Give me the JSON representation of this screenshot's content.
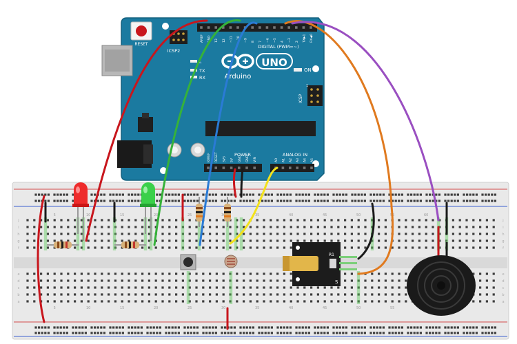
{
  "board": {
    "brand": "UNO",
    "logo_text": "Arduino",
    "reset_label": "RESET",
    "icsp2_label": "ICSP2",
    "icsp_label": "ICSP",
    "tx_label": "TX",
    "rx_label": "RX",
    "l_label": "L",
    "on_label": "ON",
    "digital_label": "DIGITAL (PWM=~)",
    "power_label": "POWER",
    "analog_label": "ANALOG IN",
    "digital_pins": [
      "AREF",
      "GND",
      "13",
      "12",
      "~11",
      "~10",
      "~9",
      "8",
      "7",
      "~6",
      "~5",
      "4",
      "~3",
      "2",
      "TX▶1",
      "RX◀0"
    ],
    "power_pins": [
      "IOREF",
      "RESET",
      "3V3",
      "5V",
      "GND",
      "GND",
      "VIN"
    ],
    "analog_pins": [
      "A0",
      "A1",
      "A2",
      "A3",
      "A4",
      "A5"
    ]
  },
  "breadboard": {
    "column_numbers": [
      "5",
      "10",
      "15",
      "20",
      "25",
      "30",
      "35",
      "40",
      "45",
      "50",
      "55",
      "60"
    ],
    "top_rows": [
      "j",
      "i",
      "h",
      "g",
      "f"
    ],
    "bottom_rows": [
      "e",
      "d",
      "c",
      "b",
      "a"
    ]
  },
  "components": {
    "resistor_label": "R1",
    "sensor_pin_label": "S"
  },
  "colors": {
    "board": "#1b7aa0",
    "red_wire": "#c8161d",
    "green_wire": "#36b23a",
    "blue_wire": "#2a7bd5",
    "orange_wire": "#e07a1f",
    "purple_wire": "#9a4fc1",
    "yellow_wire": "#f3e21b",
    "black_wire": "#1a1a1a"
  }
}
